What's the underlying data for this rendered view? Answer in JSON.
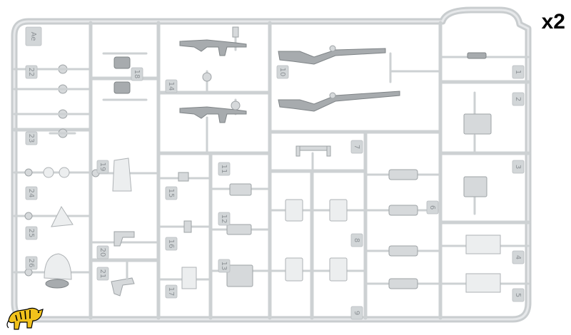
{
  "sprue": {
    "letter": "Ae",
    "count_label": "x2",
    "part_numbers": [
      "1",
      "2",
      "3",
      "4",
      "5",
      "6",
      "7",
      "8",
      "9",
      "10",
      "11",
      "12",
      "13",
      "14",
      "15",
      "16",
      "17",
      "18",
      "19",
      "20",
      "21",
      "22",
      "23",
      "24",
      "25",
      "26"
    ]
  },
  "colors": {
    "plastic": "#d6d9db",
    "background": "#ffffff",
    "logo_yellow": "#f2c21b"
  },
  "logo_icon": "tiger-icon"
}
